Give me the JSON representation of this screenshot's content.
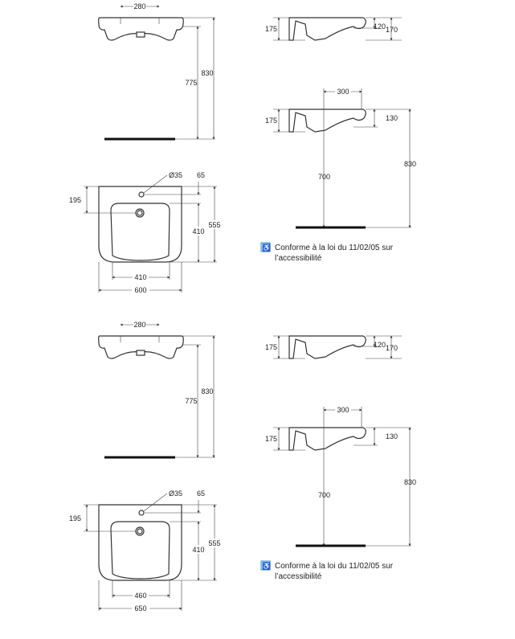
{
  "sets": [
    {
      "top_view": {
        "tap_spacing": "280",
        "height_rim": "830",
        "height_under": "775"
      },
      "front_view": {
        "tap_hole": "Ø35",
        "tap_offset": "65",
        "drain_offset": "195",
        "basin_depth": "410",
        "total_depth": "555",
        "basin_width": "410",
        "total_width": "600"
      },
      "side_view": {
        "depth": "175",
        "front_height_inner": "120",
        "front_height_outer": "170"
      },
      "side_installed": {
        "depth": "175",
        "drain_distance": "300",
        "front_height": "130",
        "drain_height": "700",
        "rim_height": "830"
      },
      "note": {
        "line1": "Conforme à la loi du 11/02/05 sur",
        "line2": "l’accessibilité"
      }
    },
    {
      "top_view": {
        "tap_spacing": "280",
        "height_rim": "830",
        "height_under": "775"
      },
      "front_view": {
        "tap_hole": "Ø35",
        "tap_offset": "65",
        "drain_offset": "195",
        "basin_depth": "410",
        "total_depth": "555",
        "basin_width": "460",
        "total_width": "650"
      },
      "side_view": {
        "depth": "175",
        "front_height_inner": "120",
        "front_height_outer": "170"
      },
      "side_installed": {
        "depth": "175",
        "drain_distance": "300",
        "front_height": "130",
        "drain_height": "700",
        "rim_height": "830"
      },
      "note": {
        "line1": "Conforme à la loi du 11/02/05 sur",
        "line2": "l’accessibilité"
      }
    }
  ],
  "colors": {
    "accessibility_icon": "#3a8fc8"
  }
}
